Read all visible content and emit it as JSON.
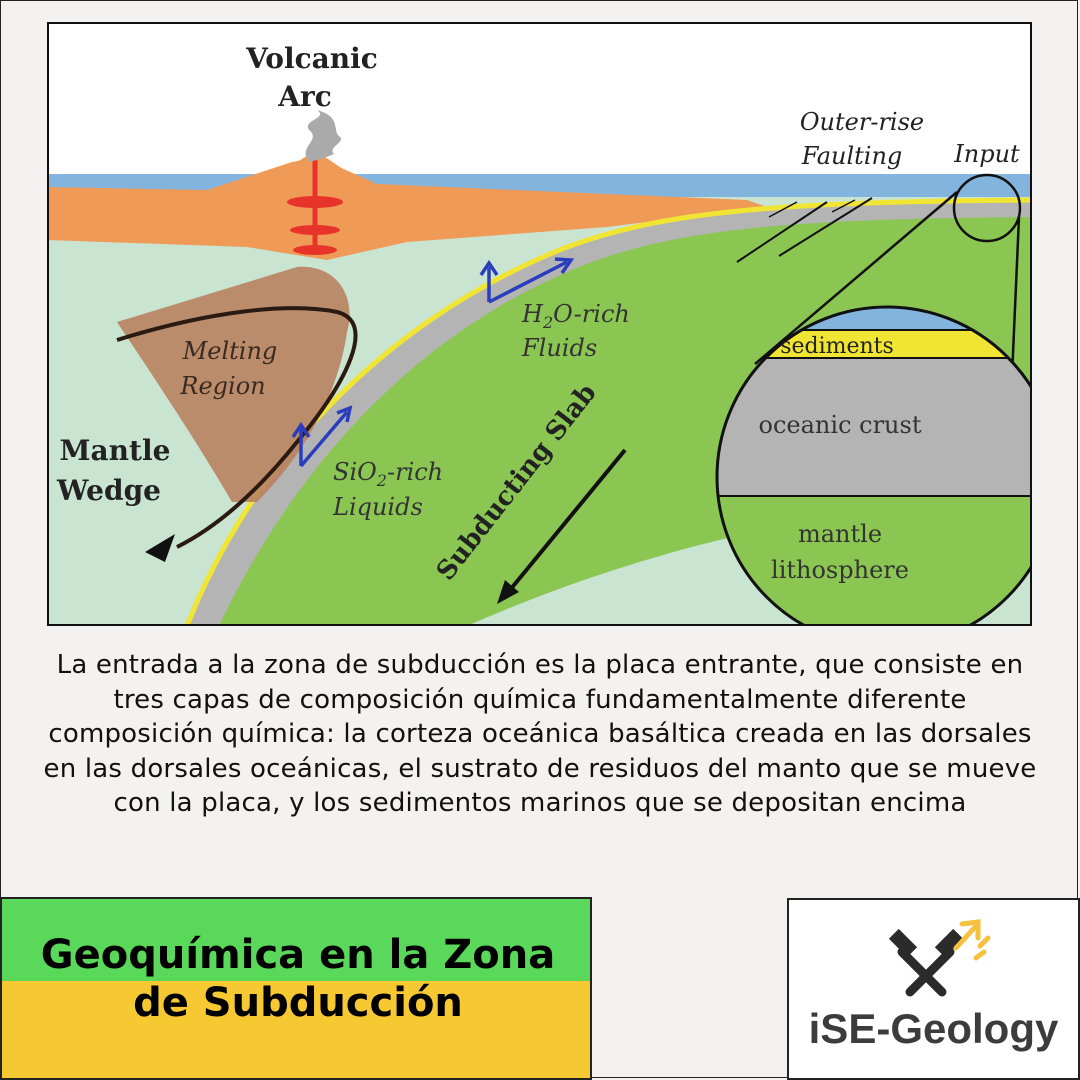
{
  "diagram": {
    "labels": {
      "volcanic_arc_line1": "Volcanic",
      "volcanic_arc_line2": "Arc",
      "outer_rise_line1": "Outer-rise",
      "outer_rise_line2": "Faulting",
      "input": "Input",
      "melting_line1": "Melting",
      "melting_line2": "Region",
      "h2o_line1_a": "H",
      "h2o_line1_sub": "2",
      "h2o_line1_b": "O-rich",
      "h2o_line2": "Fluids",
      "sio2_line1_a": "SiO",
      "sio2_line1_sub": "2",
      "sio2_line1_b": "-rich",
      "sio2_line2": "Liquids",
      "mantle_wedge_line1": "Mantle",
      "mantle_wedge_line2": "Wedge",
      "subducting_slab": "Subducting Slab",
      "sediments": "sediments",
      "oceanic_crust": "oceanic crust",
      "mantle_lith_line1": "mantle",
      "mantle_lith_line2": "lithosphere"
    },
    "colors": {
      "sky": "#ffffff",
      "ocean": "#82b4de",
      "arc_crust": "#ef9a56",
      "mantle": "#c9e4d1",
      "slab_mantle": "#8bc653",
      "crust": "#b4b4b4",
      "sediment": "#f1e534",
      "melting": "#b9825f",
      "magma": "#e8332a",
      "fluid_arrow": "#2a3dbd"
    }
  },
  "caption": "La entrada a la zona de subducción es la placa entrante, que consiste en tres capas de composición química fundamentalmente diferente composición química: la corteza oceánica basáltica creada en las dorsales en las dorsales oceánicas, el sustrato de residuos del manto que se mueve con la placa, y los sedimentos marinos que se depositan encima",
  "title": {
    "line1": "Geoquímica en la Zona",
    "line2": "de Subducción"
  },
  "logo": {
    "text": "iSE-Geology",
    "icon": "crossed-hammers-icon",
    "accent_color": "#f6c23e"
  }
}
